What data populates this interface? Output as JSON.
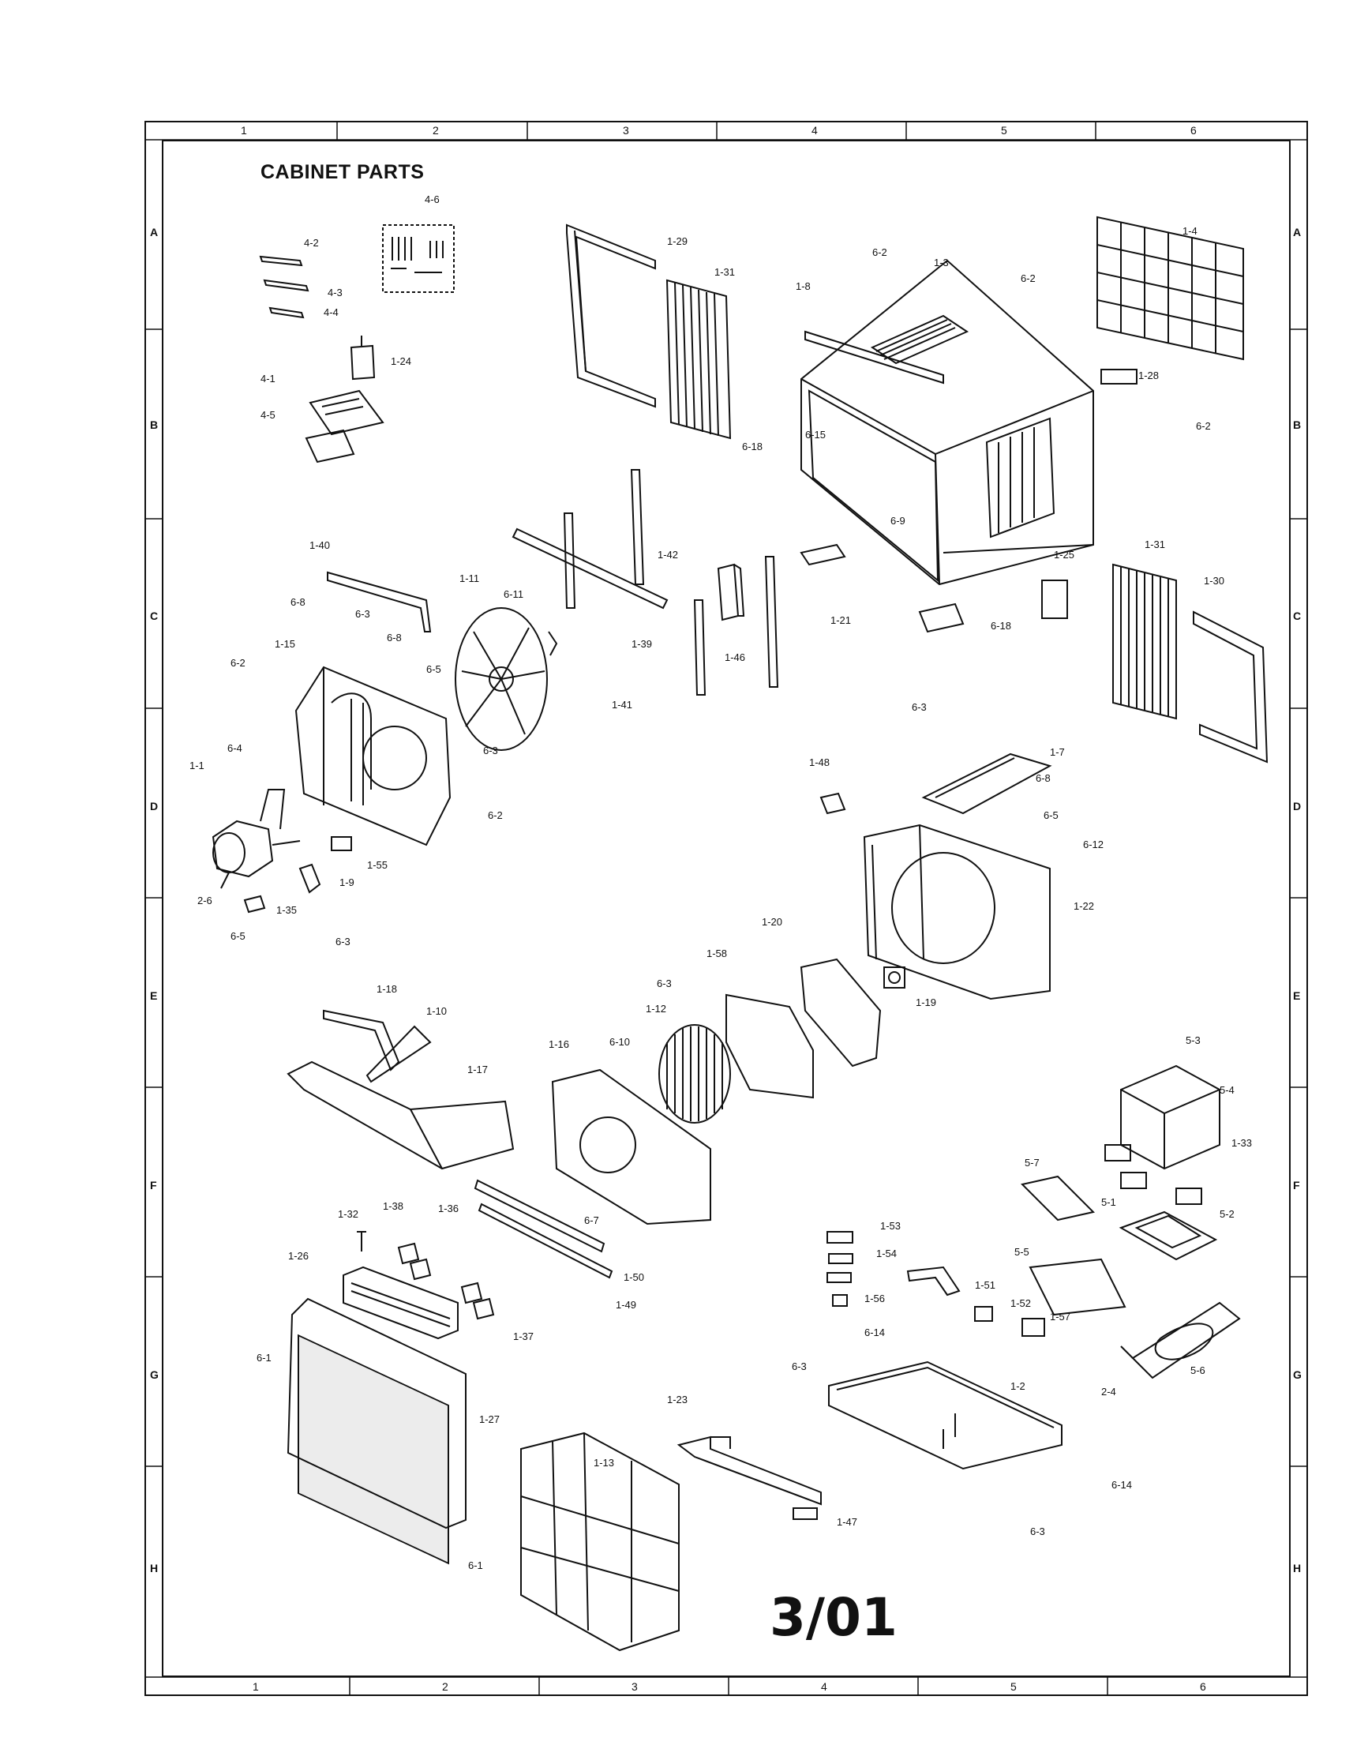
{
  "title": "CABINET PARTS",
  "date_code": "3/01",
  "grid": {
    "columns": [
      "1",
      "2",
      "3",
      "4",
      "5",
      "6"
    ],
    "rows": [
      "A",
      "B",
      "C",
      "D",
      "E",
      "F",
      "G",
      "H"
    ]
  },
  "callouts": {
    "c_4_6": "4-6",
    "c_4_2": "4-2",
    "c_4_3": "4-3",
    "c_4_4": "4-4",
    "c_1_24": "1-24",
    "c_4_1": "4-1",
    "c_4_5": "4-5",
    "c_1_29": "1-29",
    "c_1_31_a": "1-31",
    "c_6_2_a": "6-2",
    "c_1_3": "1-3",
    "c_6_2_b": "6-2",
    "c_1_4": "1-4",
    "c_1_8": "1-8",
    "c_1_28": "1-28",
    "c_6_2_c": "6-2",
    "c_6_15": "6-15",
    "c_6_18_a": "6-18",
    "c_6_9": "6-9",
    "c_1_42": "1-42",
    "c_1_25": "1-25",
    "c_1_31_b": "1-31",
    "c_1_30": "1-30",
    "c_1_40": "1-40",
    "c_1_11": "1-11",
    "c_6_11": "6-11",
    "c_1_46": "1-46",
    "c_1_39": "1-39",
    "c_1_41": "1-41",
    "c_1_21": "1-21",
    "c_6_18_b": "6-18",
    "c_6_8_a": "6-8",
    "c_6_3_a": "6-3",
    "c_6_8_b": "6-8",
    "c_1_15": "1-15",
    "c_6_2_d": "6-2",
    "c_6_5_a": "6-5",
    "c_6_3_b": "6-3",
    "c_6_4": "6-4",
    "c_1_1": "1-1",
    "c_6_2_e": "6-2",
    "c_1_55": "1-55",
    "c_1_9": "1-9",
    "c_2_6": "2-6",
    "c_1_35": "1-35",
    "c_6_5_b": "6-5",
    "c_6_3_c": "6-3",
    "c_1_7": "1-7",
    "c_6_8_c": "6-8",
    "c_1_48": "1-48",
    "c_6_5_c": "6-5",
    "c_6_12": "6-12",
    "c_1_22": "1-22",
    "c_1_20": "1-20",
    "c_1_19": "1-19",
    "c_6_3_d": "6-3",
    "c_1_18": "1-18",
    "c_1_10": "1-10",
    "c_1_17": "1-17",
    "c_6_3_e": "6-3",
    "c_1_58": "1-58",
    "c_1_12": "1-12",
    "c_1_16": "1-16",
    "c_6_10": "6-10",
    "c_6_7": "6-7",
    "c_5_3": "5-3",
    "c_5_4": "5-4",
    "c_1_33": "1-33",
    "c_5_7": "5-7",
    "c_5_1": "5-1",
    "c_5_2": "5-2",
    "c_1_32": "1-32",
    "c_1_38": "1-38",
    "c_1_36": "1-36",
    "c_1_26": "1-26",
    "c_1_50": "1-50",
    "c_1_49": "1-49",
    "c_1_37": "1-37",
    "c_1_53": "1-53",
    "c_1_54": "1-54",
    "c_1_56": "1-56",
    "c_5_5": "5-5",
    "c_1_51": "1-51",
    "c_1_52": "1-52",
    "c_1_57": "1-57",
    "c_6_14_a": "6-14",
    "c_5_6": "5-6",
    "c_2_4": "2-4",
    "c_6_1_a": "6-1",
    "c_1_27": "1-27",
    "c_6_3_f": "6-3",
    "c_1_2": "1-2",
    "c_1_23": "1-23",
    "c_1_13": "1-13",
    "c_6_14_b": "6-14",
    "c_1_47": "1-47",
    "c_6_3_g": "6-3",
    "c_6_1_b": "6-1"
  }
}
